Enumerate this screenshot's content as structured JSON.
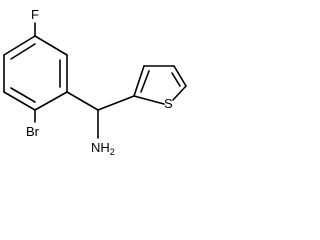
{
  "molecule": {
    "atoms": {
      "fluorine": "F",
      "bromine": "Br",
      "sulfur": "S",
      "amine_n": "N",
      "amine_h": "H",
      "amine_sub": "2"
    },
    "line_color": "#000000",
    "background": "#ffffff"
  }
}
